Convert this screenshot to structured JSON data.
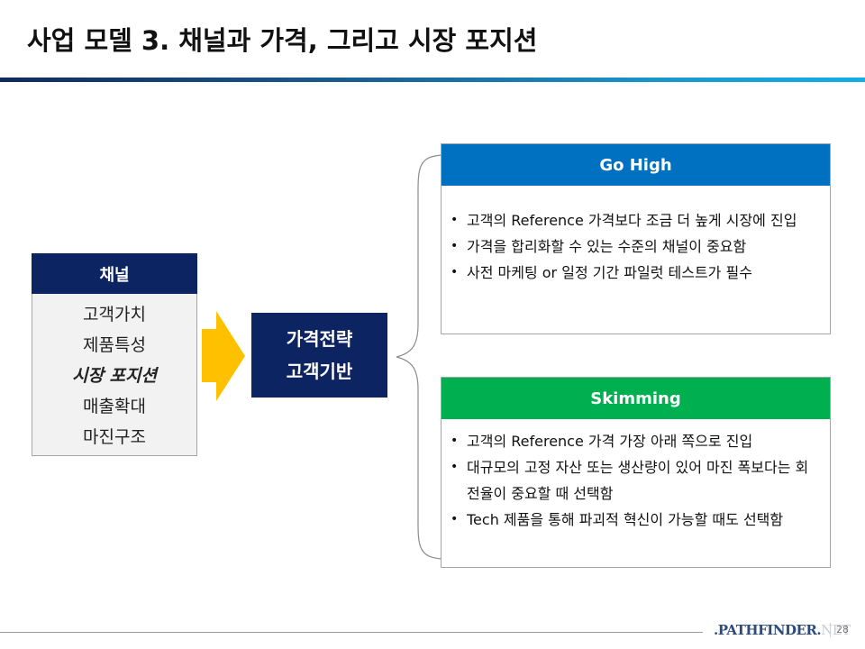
{
  "slide": {
    "title": "사업 모델 3. 채널과 가격, 그리고 시장 포지션",
    "page_number": "28"
  },
  "colors": {
    "navy": "#0c2461",
    "go_high_blue": "#0070c0",
    "skimming_green": "#00b050",
    "arrow_yellow": "#ffc000",
    "channel_body_bg": "#f2f2f2"
  },
  "channel": {
    "header": "채널",
    "items": [
      {
        "label": "고객가치",
        "emphasis": false
      },
      {
        "label": "제품특성",
        "emphasis": false
      },
      {
        "label": "시장 포지션",
        "emphasis": true
      },
      {
        "label": "매출확대",
        "emphasis": false
      },
      {
        "label": "마진구조",
        "emphasis": false
      }
    ]
  },
  "pricing": {
    "line1": "가격전략",
    "line2": "고객기반"
  },
  "strategies": [
    {
      "title": "Go High",
      "bullets": [
        "고객의 Reference 가격보다 조금 더 높게 시장에 진입",
        "가격을 합리화할 수 있는 수준의 채널이 중요함",
        "사전 마케팅 or 일정 기간 파일럿 테스트가 필수"
      ]
    },
    {
      "title": "Skimming",
      "bullets": [
        "고객의 Reference 가격 가장 아래 쪽으로 진입",
        "대규모의 고정 자산 또는 생산량이 있어 마진 폭보다는 회전율이 중요할 때 선택함",
        "Tech 제품을 통해 파괴적 혁신이 가능할 때도 선택함"
      ]
    }
  ],
  "footer": {
    "logo_part1": ".PATHFINDER.",
    "logo_part2": "NET"
  }
}
